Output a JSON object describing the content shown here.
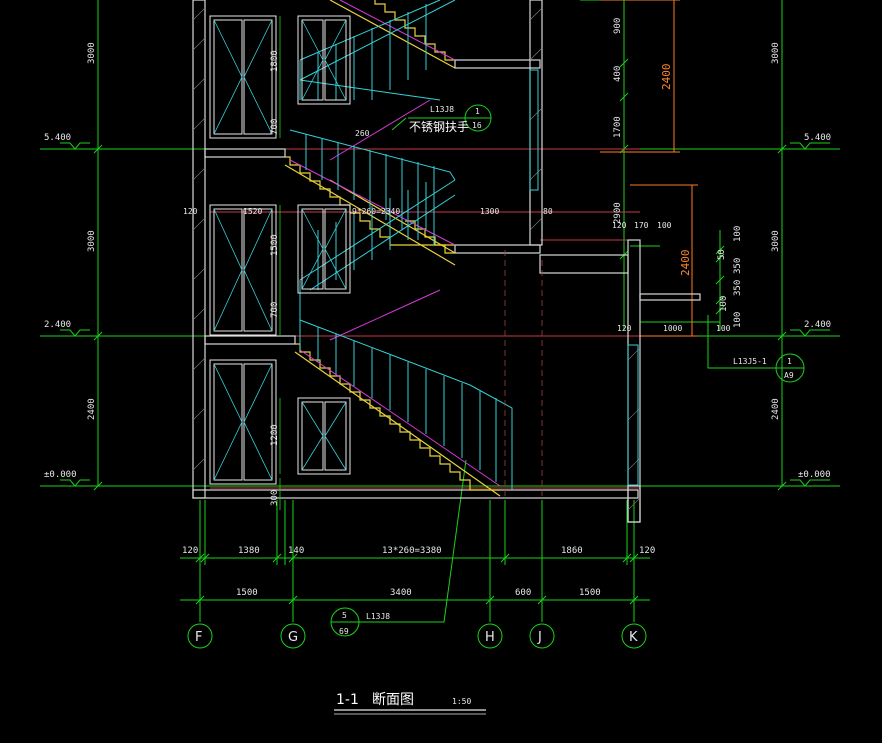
{
  "title": {
    "label": "1-1",
    "name": "断面图",
    "scale": "1:50"
  },
  "levels": {
    "left": [
      "5.400",
      "2.400",
      "±0.000"
    ],
    "right": [
      "5.400",
      "2.400",
      "±0.000"
    ]
  },
  "storey_heights": {
    "left": [
      "3000",
      "3000",
      "2400"
    ],
    "right": [
      "3000",
      "3000",
      "2400"
    ]
  },
  "axes": [
    "F",
    "G",
    "H",
    "J",
    "K"
  ],
  "dims_row1": {
    "d1": "120",
    "d2": "1380",
    "d3": "140",
    "d4": "13*260=3380",
    "d5": "1860",
    "d6": "120"
  },
  "dims_row2": {
    "d1": "1500",
    "d2": "3400",
    "d3": "600",
    "d4": "1500"
  },
  "window_heights": {
    "w_top": "1800",
    "w_top2": "700",
    "w_mid": "1500",
    "w_mid2": "700",
    "w_low": "1200",
    "base": "300"
  },
  "stair_labels": {
    "flight_mid": "9*260=2340",
    "tread": "260",
    "landing": "1300",
    "wall": "80",
    "w120": "120",
    "w1520": "1520"
  },
  "handrail_note": {
    "ref": "L13J8",
    "text": "不锈钢扶手",
    "num": "1",
    "sheet": "16"
  },
  "callout_bottom": {
    "ref": "L13J8",
    "num": "5",
    "sheet": "69"
  },
  "callout_right": {
    "ref": "L13J5-1",
    "num": "1",
    "sheet": "A9"
  },
  "right_dims": {
    "v900": "900",
    "v400": "400",
    "v1700": "1700",
    "v2900": "2900",
    "h170": "170",
    "h100": "100",
    "h120a": "120",
    "v100a": "100",
    "v50": "50",
    "v350a": "350",
    "v350b": "350",
    "v100b": "100",
    "v100c": "100",
    "h120b": "120",
    "h1000": "1000",
    "h100b": "100",
    "big1": "2400",
    "big2": "2400"
  }
}
